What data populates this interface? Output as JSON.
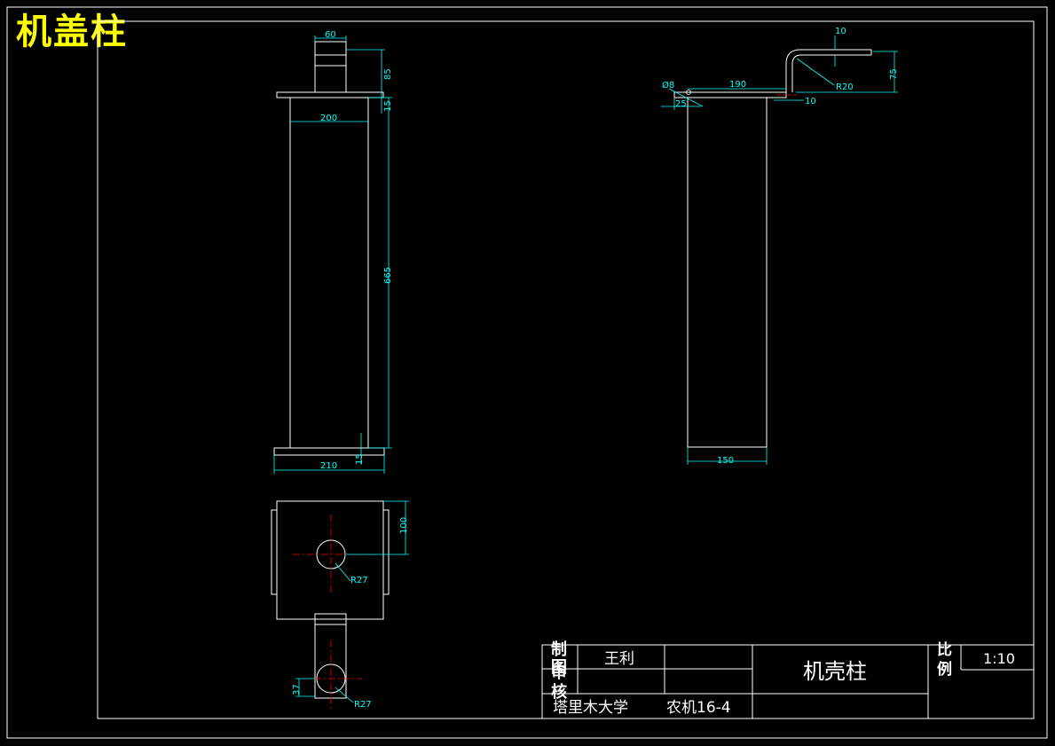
{
  "drawing_title": "机盖柱",
  "title_block": {
    "row_labels": [
      "制",
      "图",
      "审",
      "核"
    ],
    "designer": "王利",
    "part_name": "机壳柱",
    "scale_label": [
      "比",
      "例"
    ],
    "scale_value": "1:10",
    "school": "塔里木大学",
    "class_code": "农机16-4"
  },
  "front_view_dims": {
    "top_width": "60",
    "top_height": "85",
    "flange_thickness": "15",
    "body_width": "200",
    "body_height": "665",
    "base_thickness": "15",
    "base_width": "210"
  },
  "side_view_dims": {
    "hole_dia": "Ø8",
    "offset": "25",
    "arm_length": "190",
    "bend_thickness": "10",
    "bend_radius": "R20",
    "rise": "75",
    "tip_thickness": "10",
    "body_width": "150"
  },
  "top_view_dims": {
    "hole_offset": "100",
    "hole_radius_1": "R27",
    "lug_offset": "37",
    "hole_radius_2": "R27"
  },
  "colors": {
    "line": "#ffffff",
    "dimension": "#00ffff",
    "centerline": "#ff0000",
    "title": "#ffff00",
    "background": "#000000"
  }
}
